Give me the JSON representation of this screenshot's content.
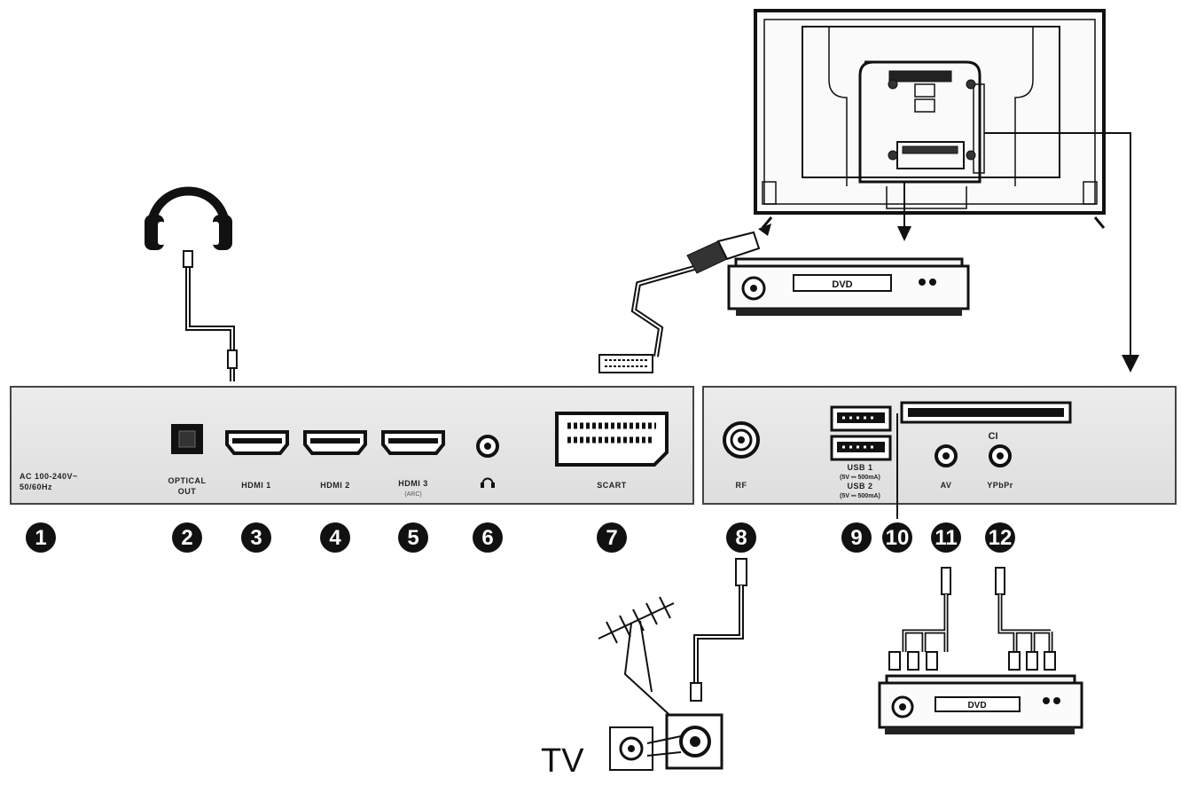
{
  "left_panel": {
    "power_label_1": "AC 100-240V~",
    "power_label_2": "50/60Hz",
    "optical_label_1": "OPTICAL",
    "optical_label_2": "OUT",
    "hdmi1_label": "HDMI 1",
    "hdmi2_label": "HDMI 2",
    "hdmi3_label": "HDMI 3",
    "hdmi3_sublabel": "(ARC)",
    "scart_label": "SCART"
  },
  "right_panel": {
    "rf_label": "RF",
    "usb1_label": "USB 1",
    "usb1_rating": "(5V ⎓ 500mA)",
    "usb2_label": "USB 2",
    "usb2_rating": "(5V ⎓ 500mA)",
    "ci_label": "CI",
    "av_label": "AV",
    "ypbpr_label": "YPbPr"
  },
  "devices": {
    "dvd_top_label": "DVD",
    "dvd_bottom_label": "DVD",
    "tv_wall_label": "TV"
  },
  "callouts": [
    "1",
    "2",
    "3",
    "4",
    "5",
    "6",
    "7",
    "8",
    "9",
    "10",
    "11",
    "12"
  ],
  "icons": {
    "headphones": "headphones-icon",
    "headphone_jack": "headphone-symbol-icon",
    "antenna": "antenna-icon"
  }
}
